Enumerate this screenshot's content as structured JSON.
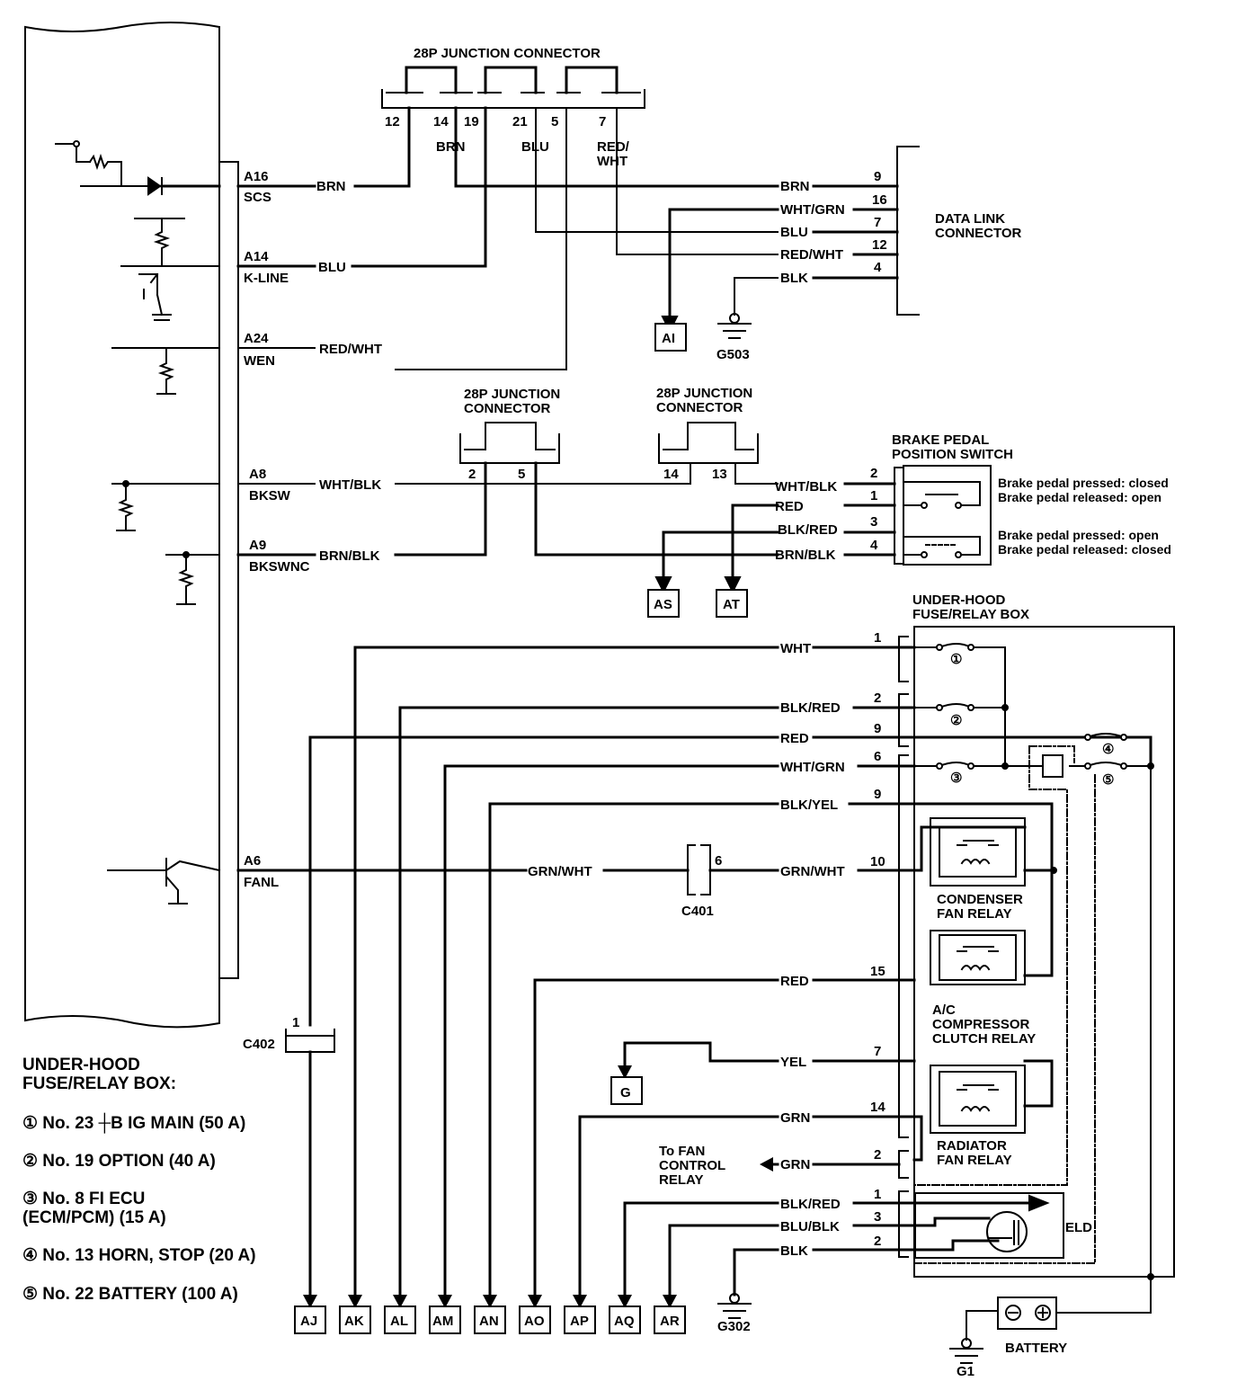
{
  "ecm": {
    "terminals": [
      {
        "pin": "A16",
        "name": "SCS",
        "wire": "BRN"
      },
      {
        "pin": "A14",
        "name": "K-LINE",
        "wire": "BLU"
      },
      {
        "pin": "A24",
        "name": "WEN",
        "wire": "RED/WHT"
      },
      {
        "pin": "A8",
        "name": "BKSW",
        "wire": "WHT/BLK"
      },
      {
        "pin": "A9",
        "name": "BKSWNC",
        "wire": "BRN/BLK"
      },
      {
        "pin": "A6",
        "name": "FANL",
        "wire": "GRN/WHT"
      }
    ]
  },
  "jc_top": {
    "title": "28P JUNCTION CONNECTOR",
    "pins": [
      "12",
      "14",
      "19",
      "21",
      "5",
      "7"
    ],
    "wires": [
      "BRN",
      "BLU",
      "RED/",
      "WHT"
    ]
  },
  "dlc": {
    "title1": "DATA LINK",
    "title2": "CONNECTOR",
    "rows": [
      {
        "wire": "BRN",
        "pin": "9"
      },
      {
        "wire": "WHT/GRN",
        "pin": "16"
      },
      {
        "wire": "BLU",
        "pin": "7"
      },
      {
        "wire": "RED/WHT",
        "pin": "12"
      },
      {
        "wire": "BLK",
        "pin": "4"
      }
    ]
  },
  "ground_g503": "G503",
  "ref_ai": "AI",
  "jc_mid1": {
    "title1": "28P JUNCTION",
    "title2": "CONNECTOR",
    "pins": [
      "2",
      "5"
    ]
  },
  "jc_mid2": {
    "title1": "28P JUNCTION",
    "title2": "CONNECTOR",
    "pins": [
      "14",
      "13"
    ]
  },
  "brake": {
    "title1": "BRAKE PEDAL",
    "title2": "POSITION SWITCH",
    "rows": [
      {
        "wire": "WHT/BLK",
        "pin": "2"
      },
      {
        "wire": "RED",
        "pin": "1"
      },
      {
        "wire": "BLK/RED",
        "pin": "3"
      },
      {
        "wire": "BRN/BLK",
        "pin": "4"
      }
    ],
    "note1a": "Brake pedal pressed: closed",
    "note1b": "Brake pedal released: open",
    "note2a": "Brake pedal pressed: open",
    "note2b": "Brake pedal released: closed"
  },
  "ref_as": "AS",
  "ref_at": "AT",
  "uhfrb": {
    "title1": "UNDER-HOOD",
    "title2": "FUSE/RELAY BOX",
    "rows": [
      {
        "wire": "WHT",
        "pin": "1"
      },
      {
        "wire": "BLK/RED",
        "pin": "2"
      },
      {
        "wire": "RED",
        "pin": "9"
      },
      {
        "wire": "WHT/GRN",
        "pin": "6"
      },
      {
        "wire": "BLK/YEL",
        "pin": "9"
      },
      {
        "wire": "GRN/WHT",
        "pin": "10"
      },
      {
        "wire": "RED",
        "pin": "15"
      },
      {
        "wire": "YEL",
        "pin": "7"
      },
      {
        "wire": "GRN",
        "pin": "14"
      },
      {
        "wire": "GRN",
        "pin": "2"
      },
      {
        "wire": "BLK/RED",
        "pin": "1"
      },
      {
        "wire": "BLU/BLK",
        "pin": "3"
      },
      {
        "wire": "BLK",
        "pin": "2"
      }
    ],
    "fuses": [
      "①",
      "②",
      "③",
      "④",
      "⑤"
    ],
    "relays": {
      "condenser1": "CONDENSER",
      "condenser2": "FAN RELAY",
      "ac1": "A/C",
      "ac2": "COMPRESSOR",
      "ac3": "CLUTCH RELAY",
      "rad1": "RADIATOR",
      "rad2": "FAN RELAY"
    },
    "eld": "ELD"
  },
  "c401": {
    "name": "C401",
    "pin": "6"
  },
  "c402": {
    "name": "C402",
    "pin": "1"
  },
  "ref_g": "G",
  "fan_ctrl": {
    "l1": "To FAN",
    "l2": "CONTROL",
    "l3": "RELAY"
  },
  "bottom_refs": [
    "AJ",
    "AK",
    "AL",
    "AM",
    "AN",
    "AO",
    "AP",
    "AQ",
    "AR"
  ],
  "ground_g302": "G302",
  "ground_g1": "G1",
  "battery": "BATTERY",
  "legend": {
    "title1": "UNDER-HOOD",
    "title2": "FUSE/RELAY BOX:",
    "items": [
      "① No. 23 ┼B IG MAIN (50 A)",
      "② No. 19 OPTION (40 A)",
      "③ No. 8 FI ECU",
      " (ECM/PCM) (15 A)",
      "④ No. 13 HORN, STOP (20 A)",
      "⑤ No. 22 BATTERY (100 A)"
    ]
  }
}
